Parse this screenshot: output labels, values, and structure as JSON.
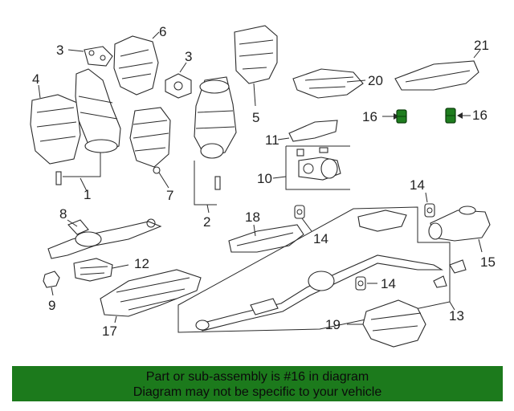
{
  "diagram": {
    "callouts": {
      "c3a": "3",
      "c6": "6",
      "c3b": "3",
      "c21": "21",
      "c4": "4",
      "c20": "20",
      "c5": "5",
      "c16a": "16",
      "c16b": "16",
      "c11": "11",
      "c1": "1",
      "c7": "7",
      "c10": "10",
      "c2": "2",
      "c14a": "14",
      "c8": "8",
      "c18": "18",
      "c14b": "14",
      "c15": "15",
      "c12": "12",
      "c14c": "14",
      "c9": "9",
      "c13": "13",
      "c17": "17",
      "c19": "19"
    },
    "highlight_color": "#1e7d1e"
  },
  "banner": {
    "line1": "Part or sub-assembly is #16 in diagram",
    "line2": "Diagram may not be specific to your vehicle",
    "background": "#1c7a1c"
  }
}
